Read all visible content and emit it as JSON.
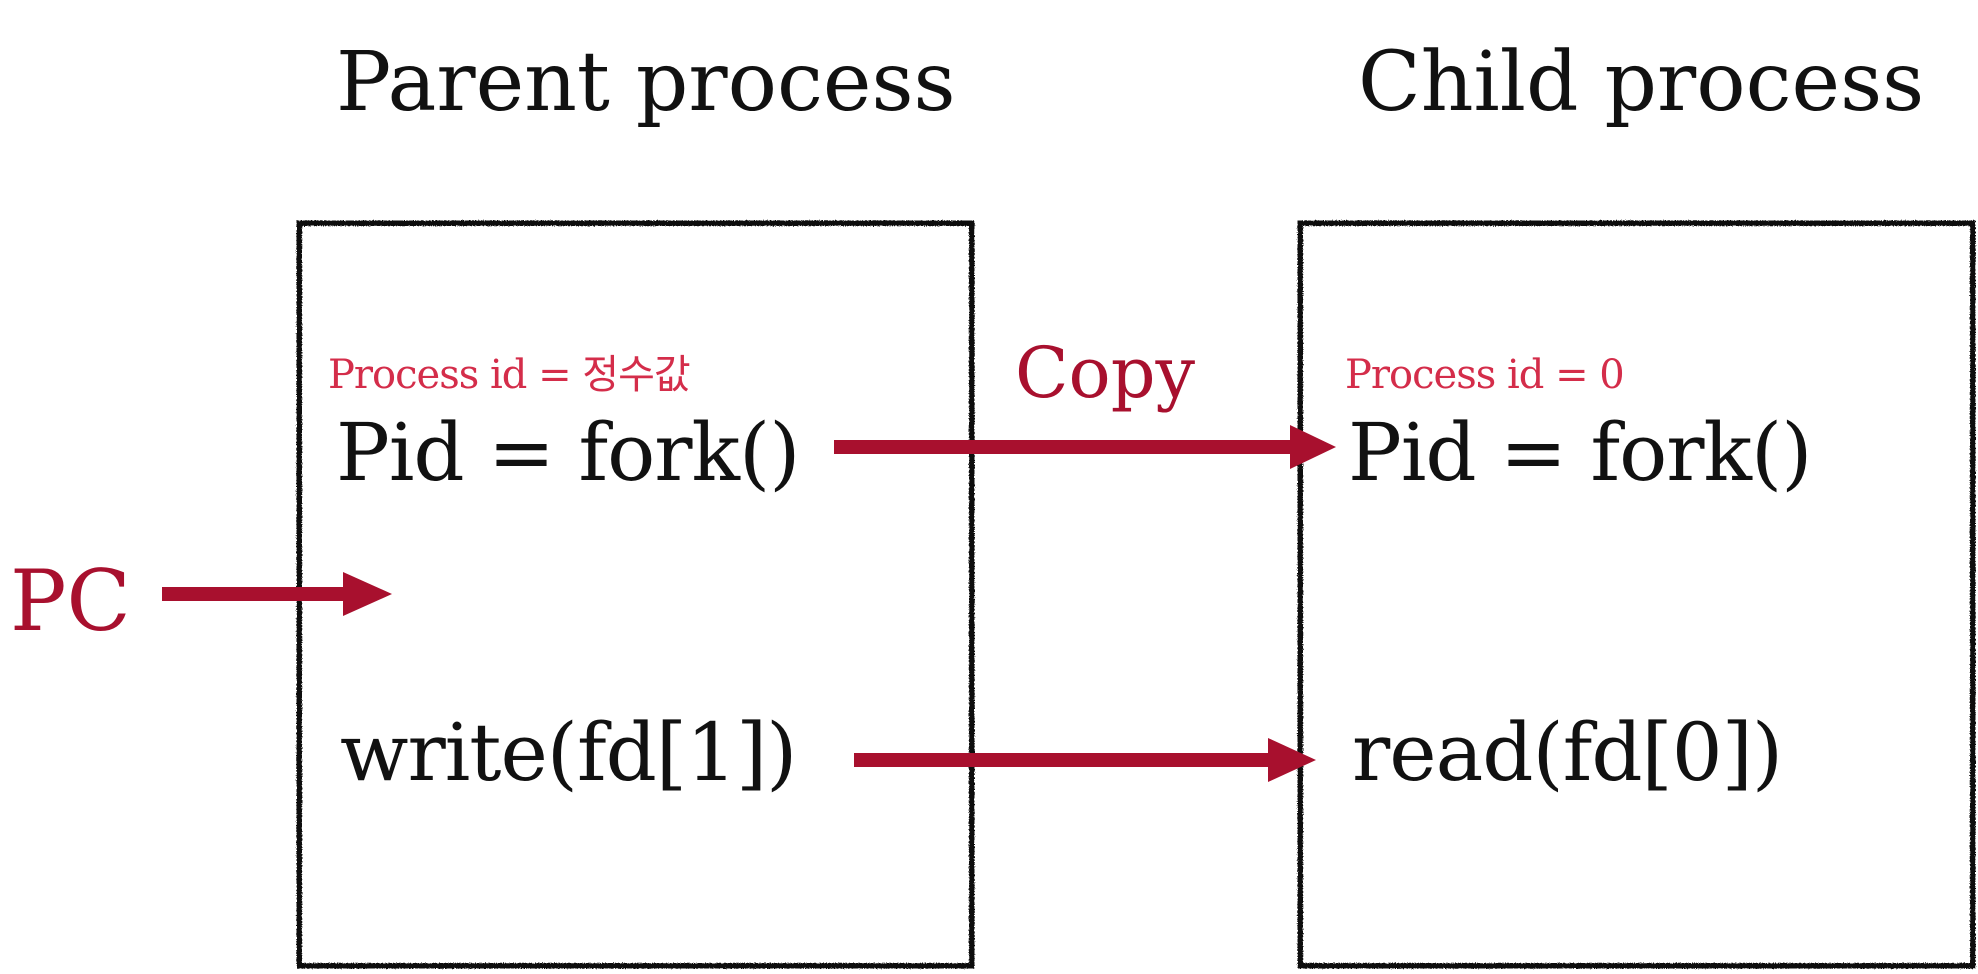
{
  "colors": {
    "accent": "#A8102E",
    "note": "#D42D4A",
    "ink": "#111111"
  },
  "parent": {
    "title": "Parent process",
    "process_id_label": "Process id = 정수값",
    "fork_line": "Pid = fork()",
    "io_line": "write(fd[1])"
  },
  "child": {
    "title": "Child process",
    "process_id_label": "Process id  = 0",
    "fork_line": "Pid = fork()",
    "io_line": "read(fd[0])"
  },
  "copy_label": "Copy",
  "pc_label": "PC",
  "icons": {
    "copy_arrow": "arrow-right-icon",
    "pipe_arrow": "arrow-right-icon",
    "pc_arrow": "arrow-right-icon"
  }
}
